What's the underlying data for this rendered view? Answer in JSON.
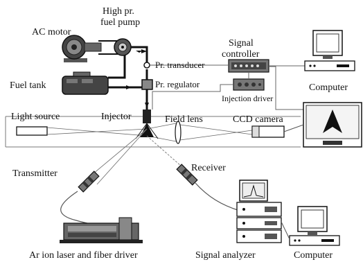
{
  "labels": {
    "ac_motor": "AC motor",
    "fuel_pump_line1": "High pr.",
    "fuel_pump_line2": "fuel pump",
    "signal_controller_line1": "Signal",
    "signal_controller_line2": "controller",
    "pr_transducer": "Pr. transducer",
    "pr_regulator": "Pr. regulator",
    "injection_driver": "Injection driver",
    "fuel_tank": "Fuel tank",
    "computer_top": "Computer",
    "light_source": "Light source",
    "injector": "Injector",
    "field_lens": "Field lens",
    "ccd_camera": "CCD camera",
    "transmitter": "Transmitter",
    "receiver": "Receiver",
    "laser": "Ar ion laser and fiber driver",
    "signal_analyzer": "Signal analyzer",
    "computer_bottom": "Computer"
  },
  "colors": {
    "ink": "#111111",
    "thin_line": "#555555",
    "metal": "#8a8a8a",
    "dark_metal": "#2a2a2a"
  }
}
